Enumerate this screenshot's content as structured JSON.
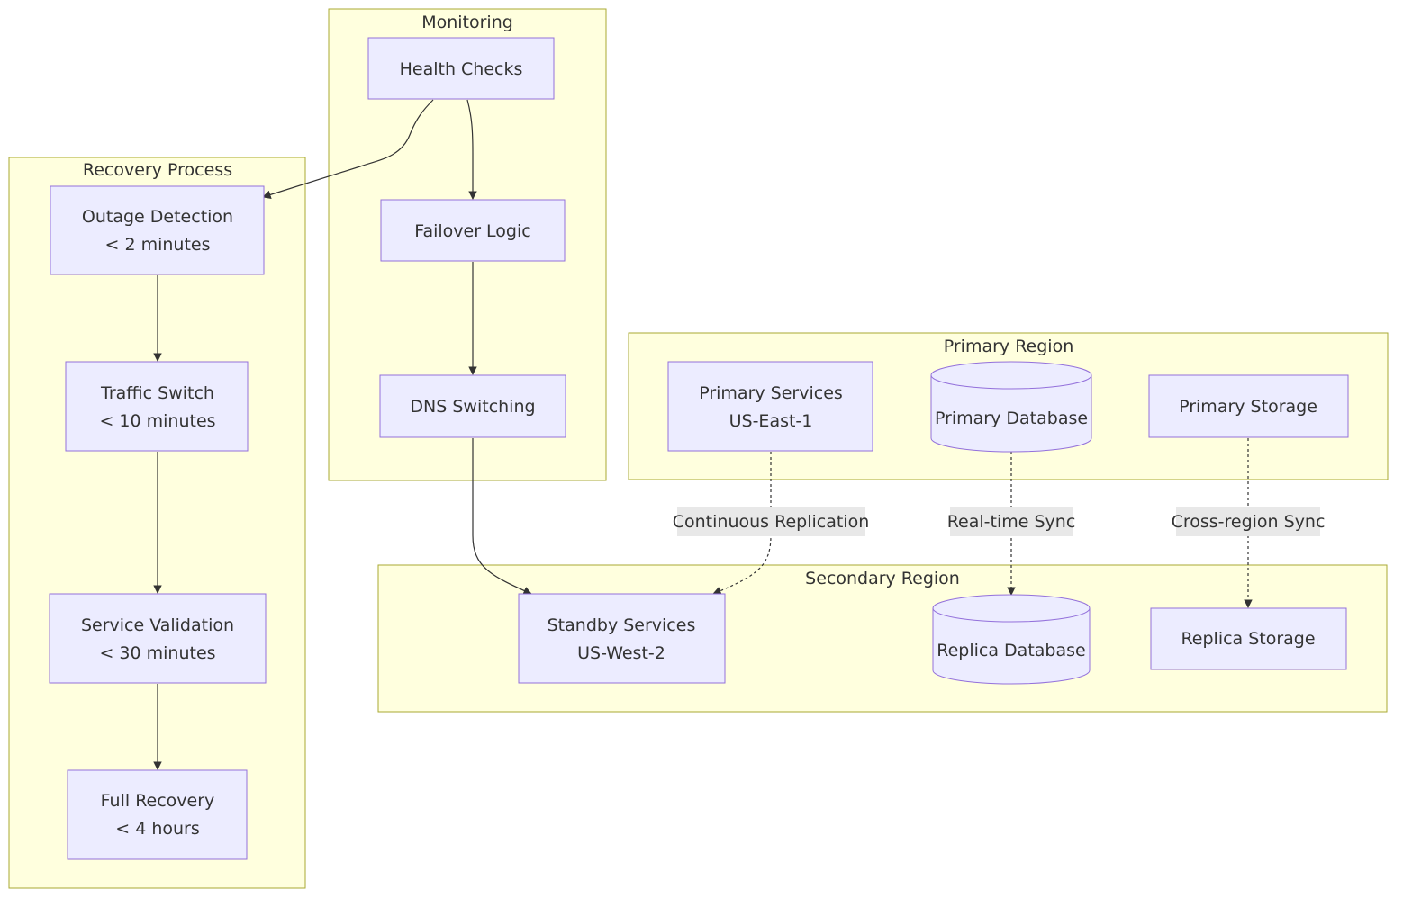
{
  "clusters": {
    "monitoring": "Monitoring",
    "recovery": "Recovery Process",
    "primary": "Primary Region",
    "secondary": "Secondary Region"
  },
  "nodes": {
    "health_checks": [
      "Health Checks"
    ],
    "failover_logic": [
      "Failover Logic"
    ],
    "dns_switching": [
      "DNS Switching"
    ],
    "outage_detection": [
      "Outage Detection",
      "< 2 minutes"
    ],
    "traffic_switch": [
      "Traffic Switch",
      "< 10 minutes"
    ],
    "service_validation": [
      "Service Validation",
      "< 30 minutes"
    ],
    "full_recovery": [
      "Full Recovery",
      "< 4 hours"
    ],
    "primary_services": [
      "Primary Services",
      "US-East-1"
    ],
    "primary_database": [
      "Primary Database"
    ],
    "primary_storage": [
      "Primary Storage"
    ],
    "standby_services": [
      "Standby Services",
      "US-West-2"
    ],
    "replica_database": [
      "Replica Database"
    ],
    "replica_storage": [
      "Replica Storage"
    ]
  },
  "edge_labels": {
    "continuous_replication": "Continuous Replication",
    "realtime_sync": "Real-time Sync",
    "cross_region_sync": "Cross-region Sync"
  },
  "colors": {
    "cluster_fill": "#ffffde",
    "cluster_stroke": "#aaaa33",
    "node_fill": "#ececff",
    "node_stroke": "#9370db",
    "edge": "#333333",
    "edge_label_bg": "#e8e8e8"
  }
}
